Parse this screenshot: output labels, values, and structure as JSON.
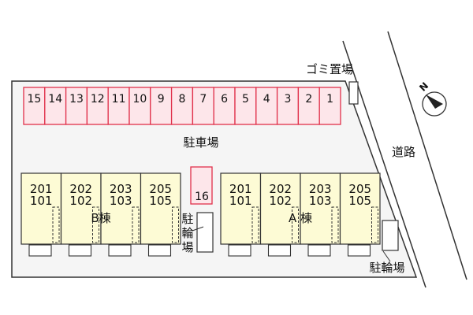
{
  "parking": {
    "label": "駐車場",
    "slots": [
      "15",
      "14",
      "13",
      "12",
      "11",
      "10",
      "9",
      "8",
      "7",
      "6",
      "5",
      "4",
      "3",
      "2",
      "1"
    ],
    "extra_slot": "16"
  },
  "garbage": {
    "label": "ゴミ置場"
  },
  "road": {
    "label": "道路"
  },
  "north": {
    "label": "N"
  },
  "bicycle": {
    "center_label": [
      "駐",
      "輪",
      "場"
    ],
    "right_label": "駐輪場"
  },
  "buildings": [
    {
      "label": "B棟",
      "units": [
        {
          "top": "201",
          "bottom": "101"
        },
        {
          "top": "202",
          "bottom": "102"
        },
        {
          "top": "203",
          "bottom": "103"
        },
        {
          "top": "205",
          "bottom": "105"
        }
      ]
    },
    {
      "label": "A 棟",
      "units": [
        {
          "top": "201",
          "bottom": "101"
        },
        {
          "top": "202",
          "bottom": "102"
        },
        {
          "top": "203",
          "bottom": "103"
        },
        {
          "top": "205",
          "bottom": "105"
        }
      ]
    }
  ],
  "colors": {
    "slot_fill": "#fde6ea",
    "slot_border": "#e0304a",
    "building_fill": "#fdfbd5",
    "site_fill": "#f5f5f5",
    "line": "#333333"
  }
}
